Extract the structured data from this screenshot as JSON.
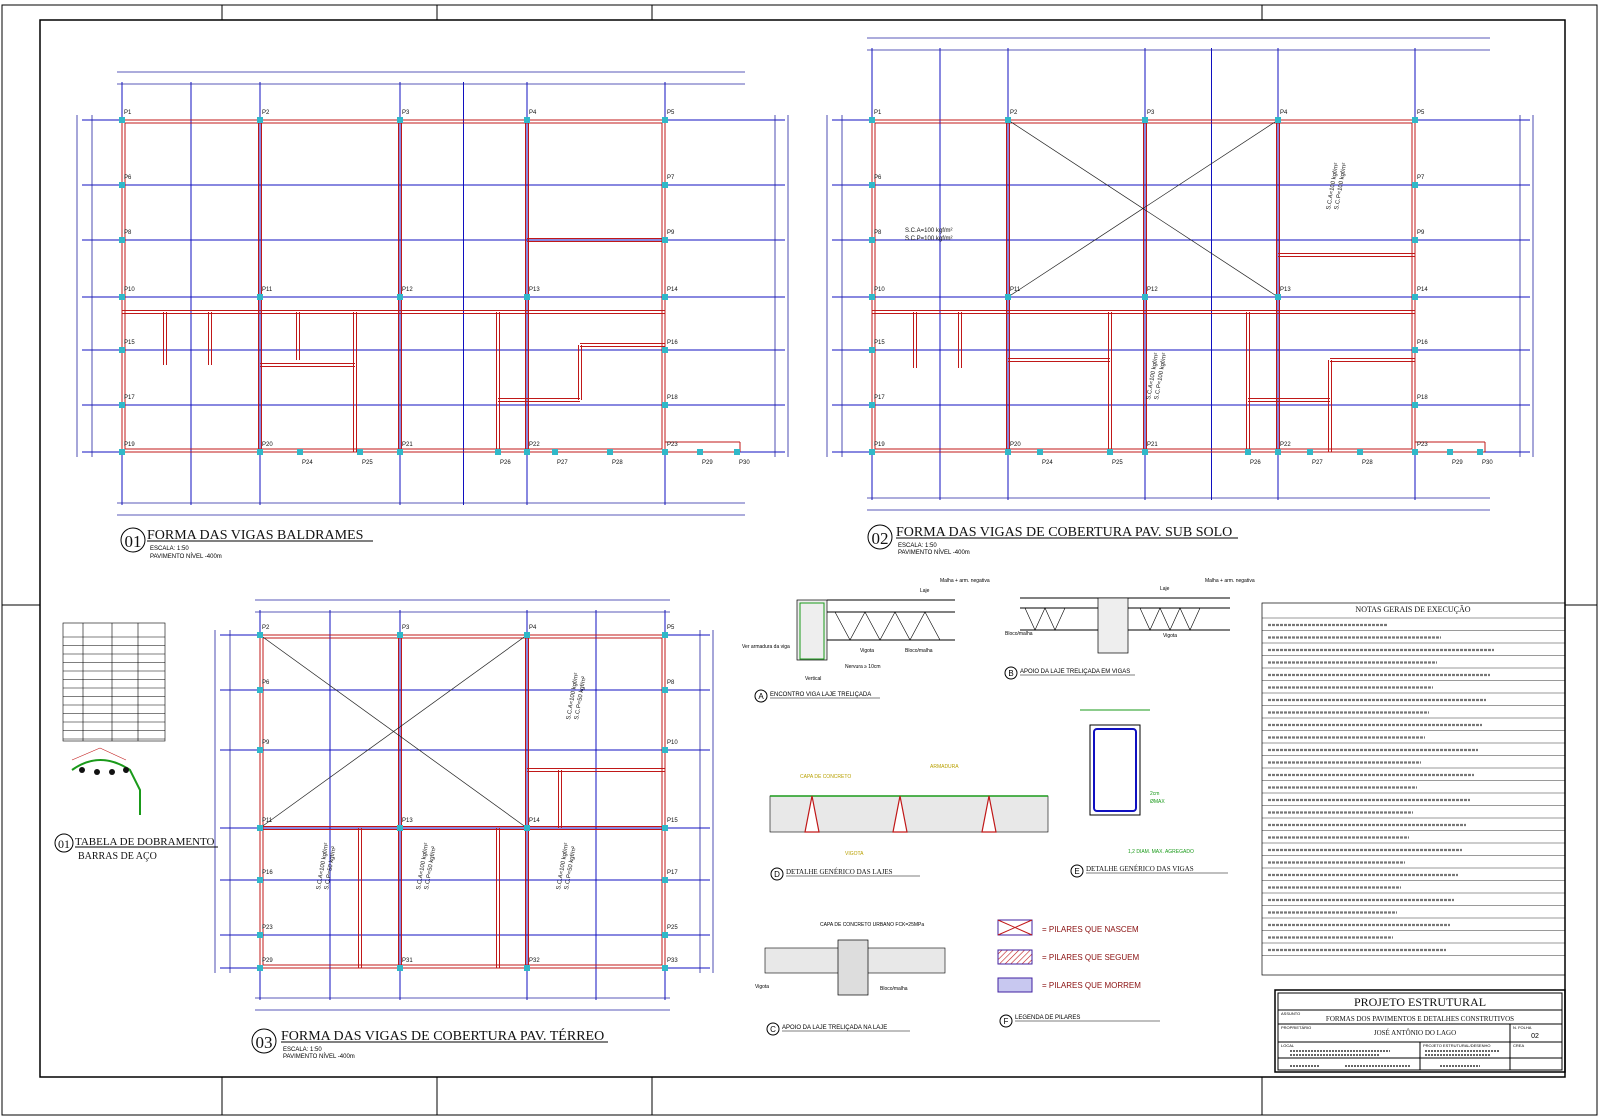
{
  "plans": [
    {
      "number": "01",
      "title": "FORMA DAS VIGAS BALDRAMES",
      "scale": "ESCALA: 1:50",
      "level": "PAVIMENTO NÍVEL -400m",
      "pillars": [
        "P1",
        "P2",
        "P3",
        "P4",
        "P5",
        "P6",
        "P7",
        "P8",
        "P9",
        "P10",
        "P11",
        "P12",
        "P13",
        "P14",
        "P15",
        "P16",
        "P17",
        "P18",
        "P19",
        "P20",
        "P21",
        "P22",
        "P23",
        "P24",
        "P25",
        "P26",
        "P27",
        "P28",
        "P29",
        "P30"
      ]
    },
    {
      "number": "02",
      "title": "FORMA DAS VIGAS DE COBERTURA PAV. SUB SOLO",
      "scale": "ESCALA: 1:50",
      "level": "PAVIMENTO NÍVEL -400m",
      "pillars": [
        "P1",
        "P2",
        "P3",
        "P4",
        "P5",
        "P6",
        "P7",
        "P8",
        "P9",
        "P10",
        "P11",
        "P12",
        "P13",
        "P14",
        "P15",
        "P16",
        "P17",
        "P18",
        "P19",
        "P20",
        "P21",
        "P22",
        "P23",
        "P24",
        "P25",
        "P26",
        "P27",
        "P28",
        "P29",
        "P30"
      ],
      "loads": [
        "S.C.A=100 kgf/m²",
        "S.C.P=100 kgf/m²"
      ]
    },
    {
      "number": "03",
      "title": "FORMA DAS VIGAS DE COBERTURA PAV. TÉRREO",
      "scale": "ESCALA: 1:50",
      "level": "PAVIMENTO NÍVEL -400m",
      "pillars": [
        "P2",
        "P3",
        "P4",
        "P5",
        "P6",
        "P8",
        "P9",
        "P10",
        "P11",
        "P13",
        "P14",
        "P15",
        "P16",
        "P17",
        "P23",
        "P25",
        "P29",
        "P31",
        "P32",
        "P33"
      ],
      "loads": [
        "S.C.A=100 kgf/m²",
        "S.C.P=50 kgf/m²"
      ]
    }
  ],
  "table": {
    "number": "01",
    "title": "TABELA DE DOBRAMENTO",
    "subtitle": "BARRAS DE AÇO"
  },
  "details": [
    {
      "letter": "A",
      "title": "ENCONTRO VIGA LAJE TRELIÇADA",
      "labels": [
        "Ver armadura da viga",
        "Laje",
        "Malha + arm. negativa",
        "Vigota",
        "Bloco/malha",
        "Nervura ≥ 10cm",
        "Vertical"
      ]
    },
    {
      "letter": "B",
      "title": "APOIO DA LAJE TRELIÇADA EM VIGAS",
      "labels": [
        "Laje",
        "Malha + arm. negativa",
        "Bloco/malha",
        "Vigota"
      ]
    },
    {
      "letter": "D",
      "title": "DETALHE GENÉRICO DAS LAJES",
      "labels": [
        "CAPA DE CONCRETO",
        "ARMADURA",
        "VIGOTA"
      ]
    },
    {
      "letter": "E",
      "title": "DETALHE GENÉRICO DAS VIGAS",
      "labels": [
        "2cm",
        "ØMAX",
        "1,2 DIAM. MAX. AGREGADO"
      ]
    },
    {
      "letter": "C",
      "title": "APOIO DA LAJE TRELIÇADA NA LAJE",
      "labels": [
        "CAPA DE CONCRETO URBANO FCK=25MPa",
        "Vigota",
        "Bloco/malha"
      ]
    },
    {
      "letter": "F",
      "title": "LEGENDA DE PILARES"
    }
  ],
  "legend": [
    {
      "label": "= PILARES QUE NASCEM",
      "pattern": "cross"
    },
    {
      "label": "= PILARES QUE SEGUEM",
      "pattern": "hatch"
    },
    {
      "label": "= PILARES QUE MORREM",
      "pattern": "fill"
    }
  ],
  "notes": {
    "title": "NOTAS GERAIS DE EXECUÇÃO"
  },
  "titleblock": {
    "project": "PROJETO ESTRUTURAL",
    "subject_label": "ASSUNTO",
    "subject": "FORMAS DOS PAVIMENTOS E DETALHES CONSTRUTIVOS",
    "owner_label": "PROPRIETÁRIO",
    "owner": "JOSÉ ANTÔNIO DO LAGO",
    "sheet_label": "N. FOLHA",
    "sheet": "02",
    "local_label": "LOCAL",
    "design_label": "PROJETO ESTRUTURAL/DESENHO",
    "crea_label": "CREA"
  },
  "colors": {
    "beam": "#c01818",
    "axis": "#1010c0",
    "pillar": "#30b8c8",
    "dim": "#2020a0",
    "text": "#8a1010",
    "accent": "#1a9a1a"
  }
}
